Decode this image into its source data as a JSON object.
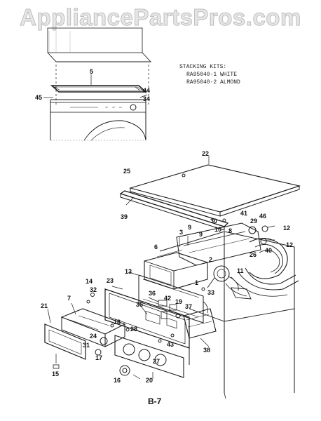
{
  "watermark": "AppliancePartsPros.com",
  "stacking_kits": {
    "title": "STACKING KITS:",
    "kit_1": "RA95040-1 WHITE",
    "kit_2": "RA95040-2 ALMOND"
  },
  "page_number": "B-7",
  "callouts": [
    "5",
    "44",
    "45",
    "34",
    "22",
    "25",
    "39",
    "30",
    "41",
    "29",
    "46",
    "12",
    "3",
    "9",
    "8",
    "10",
    "6",
    "26",
    "40",
    "2",
    "11",
    "13",
    "1",
    "33",
    "14",
    "32",
    "7",
    "23",
    "36",
    "42",
    "19",
    "37",
    "35",
    "21",
    "18",
    "28",
    "31",
    "24",
    "17",
    "38",
    "27",
    "15",
    "43",
    "16",
    "20"
  ],
  "colors": {
    "line": "#1a1a1a",
    "watermark": "#e6e6e6"
  }
}
